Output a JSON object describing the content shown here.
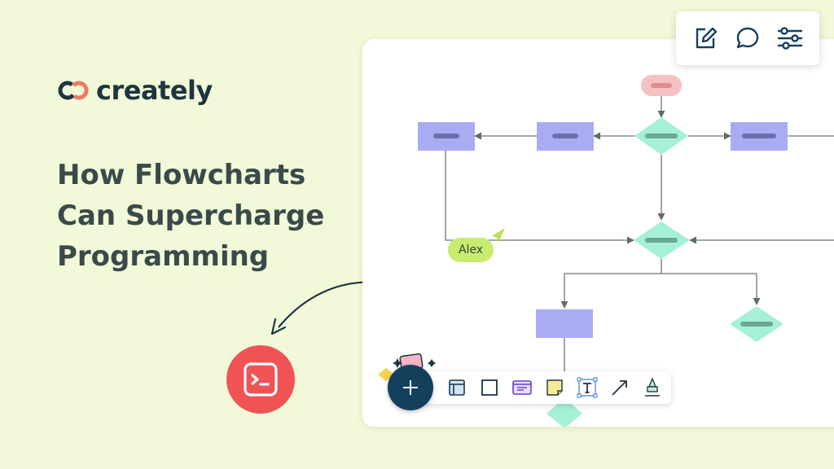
{
  "brand": {
    "name": "creately"
  },
  "headline": {
    "lines": [
      "How Flowcharts",
      "Can Supercharge",
      "Programming"
    ]
  },
  "collaborator": {
    "name": "Alex"
  },
  "toolbar_top": {
    "icons": [
      "edit-icon",
      "comment-icon",
      "settings-sliders-icon"
    ]
  },
  "toolbar_bottom": {
    "icons": [
      "frame-icon",
      "rectangle-icon",
      "card-icon",
      "sticky-note-icon",
      "text-icon",
      "arrow-icon",
      "pen-icon"
    ]
  },
  "colors": {
    "background": "#f1f9d8",
    "accent_red": "#f05356",
    "navy": "#14405e",
    "process": "#a9acf3",
    "decision": "#a6f0d8",
    "terminator": "#f5c2c4"
  }
}
